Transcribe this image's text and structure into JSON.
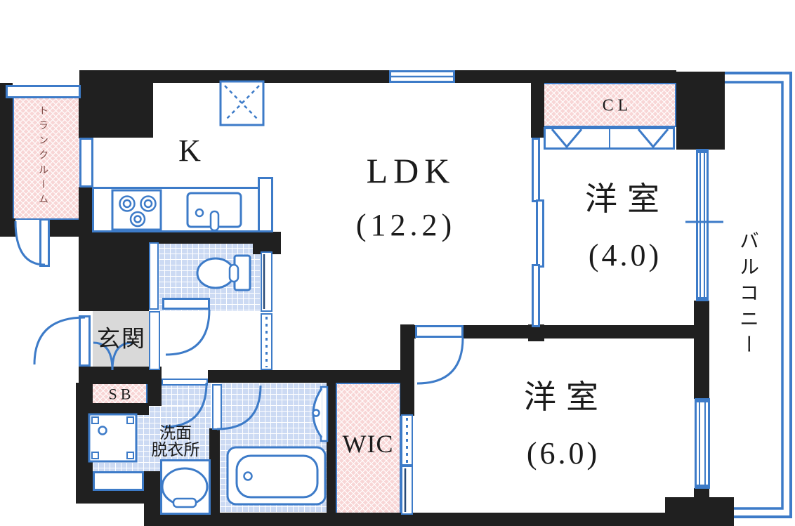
{
  "plan": {
    "rooms": {
      "ldk": {
        "name": "LDK",
        "area": "(12.2)"
      },
      "kitchen": {
        "name": "K"
      },
      "bedroom_4": {
        "name": "洋室",
        "area": "(4.0)"
      },
      "bedroom_6": {
        "name": "洋室",
        "area": "(6.0)"
      },
      "closet": {
        "name": "CL"
      },
      "walk_in_closet": {
        "name": "WIC"
      },
      "entrance": {
        "name": "玄関"
      },
      "shoe_box": {
        "name": "SB"
      },
      "washroom": {
        "line1": "洗面",
        "line2": "脱衣所"
      },
      "balcony": {
        "name": "バルコニー"
      },
      "trunk_room": {
        "name": "トランクルーム"
      }
    },
    "icons": [
      "stove-icon",
      "kitchen-sink-icon",
      "range-hood-icon",
      "toilet-icon",
      "bathtub-icon",
      "shower-icon",
      "washer-pan-icon",
      "vanity-basin-icon",
      "door-swing-icon",
      "sliding-door-icon",
      "folding-door-icon",
      "window-icon"
    ],
    "colors": {
      "wall": "#202020",
      "line": "#3d7bc8",
      "storage_fill": "#f8d6d6",
      "tile_fill": "#ccdaf3",
      "entrance_fill": "#d9d9d9",
      "trunk_text": "#7c4a45"
    }
  }
}
